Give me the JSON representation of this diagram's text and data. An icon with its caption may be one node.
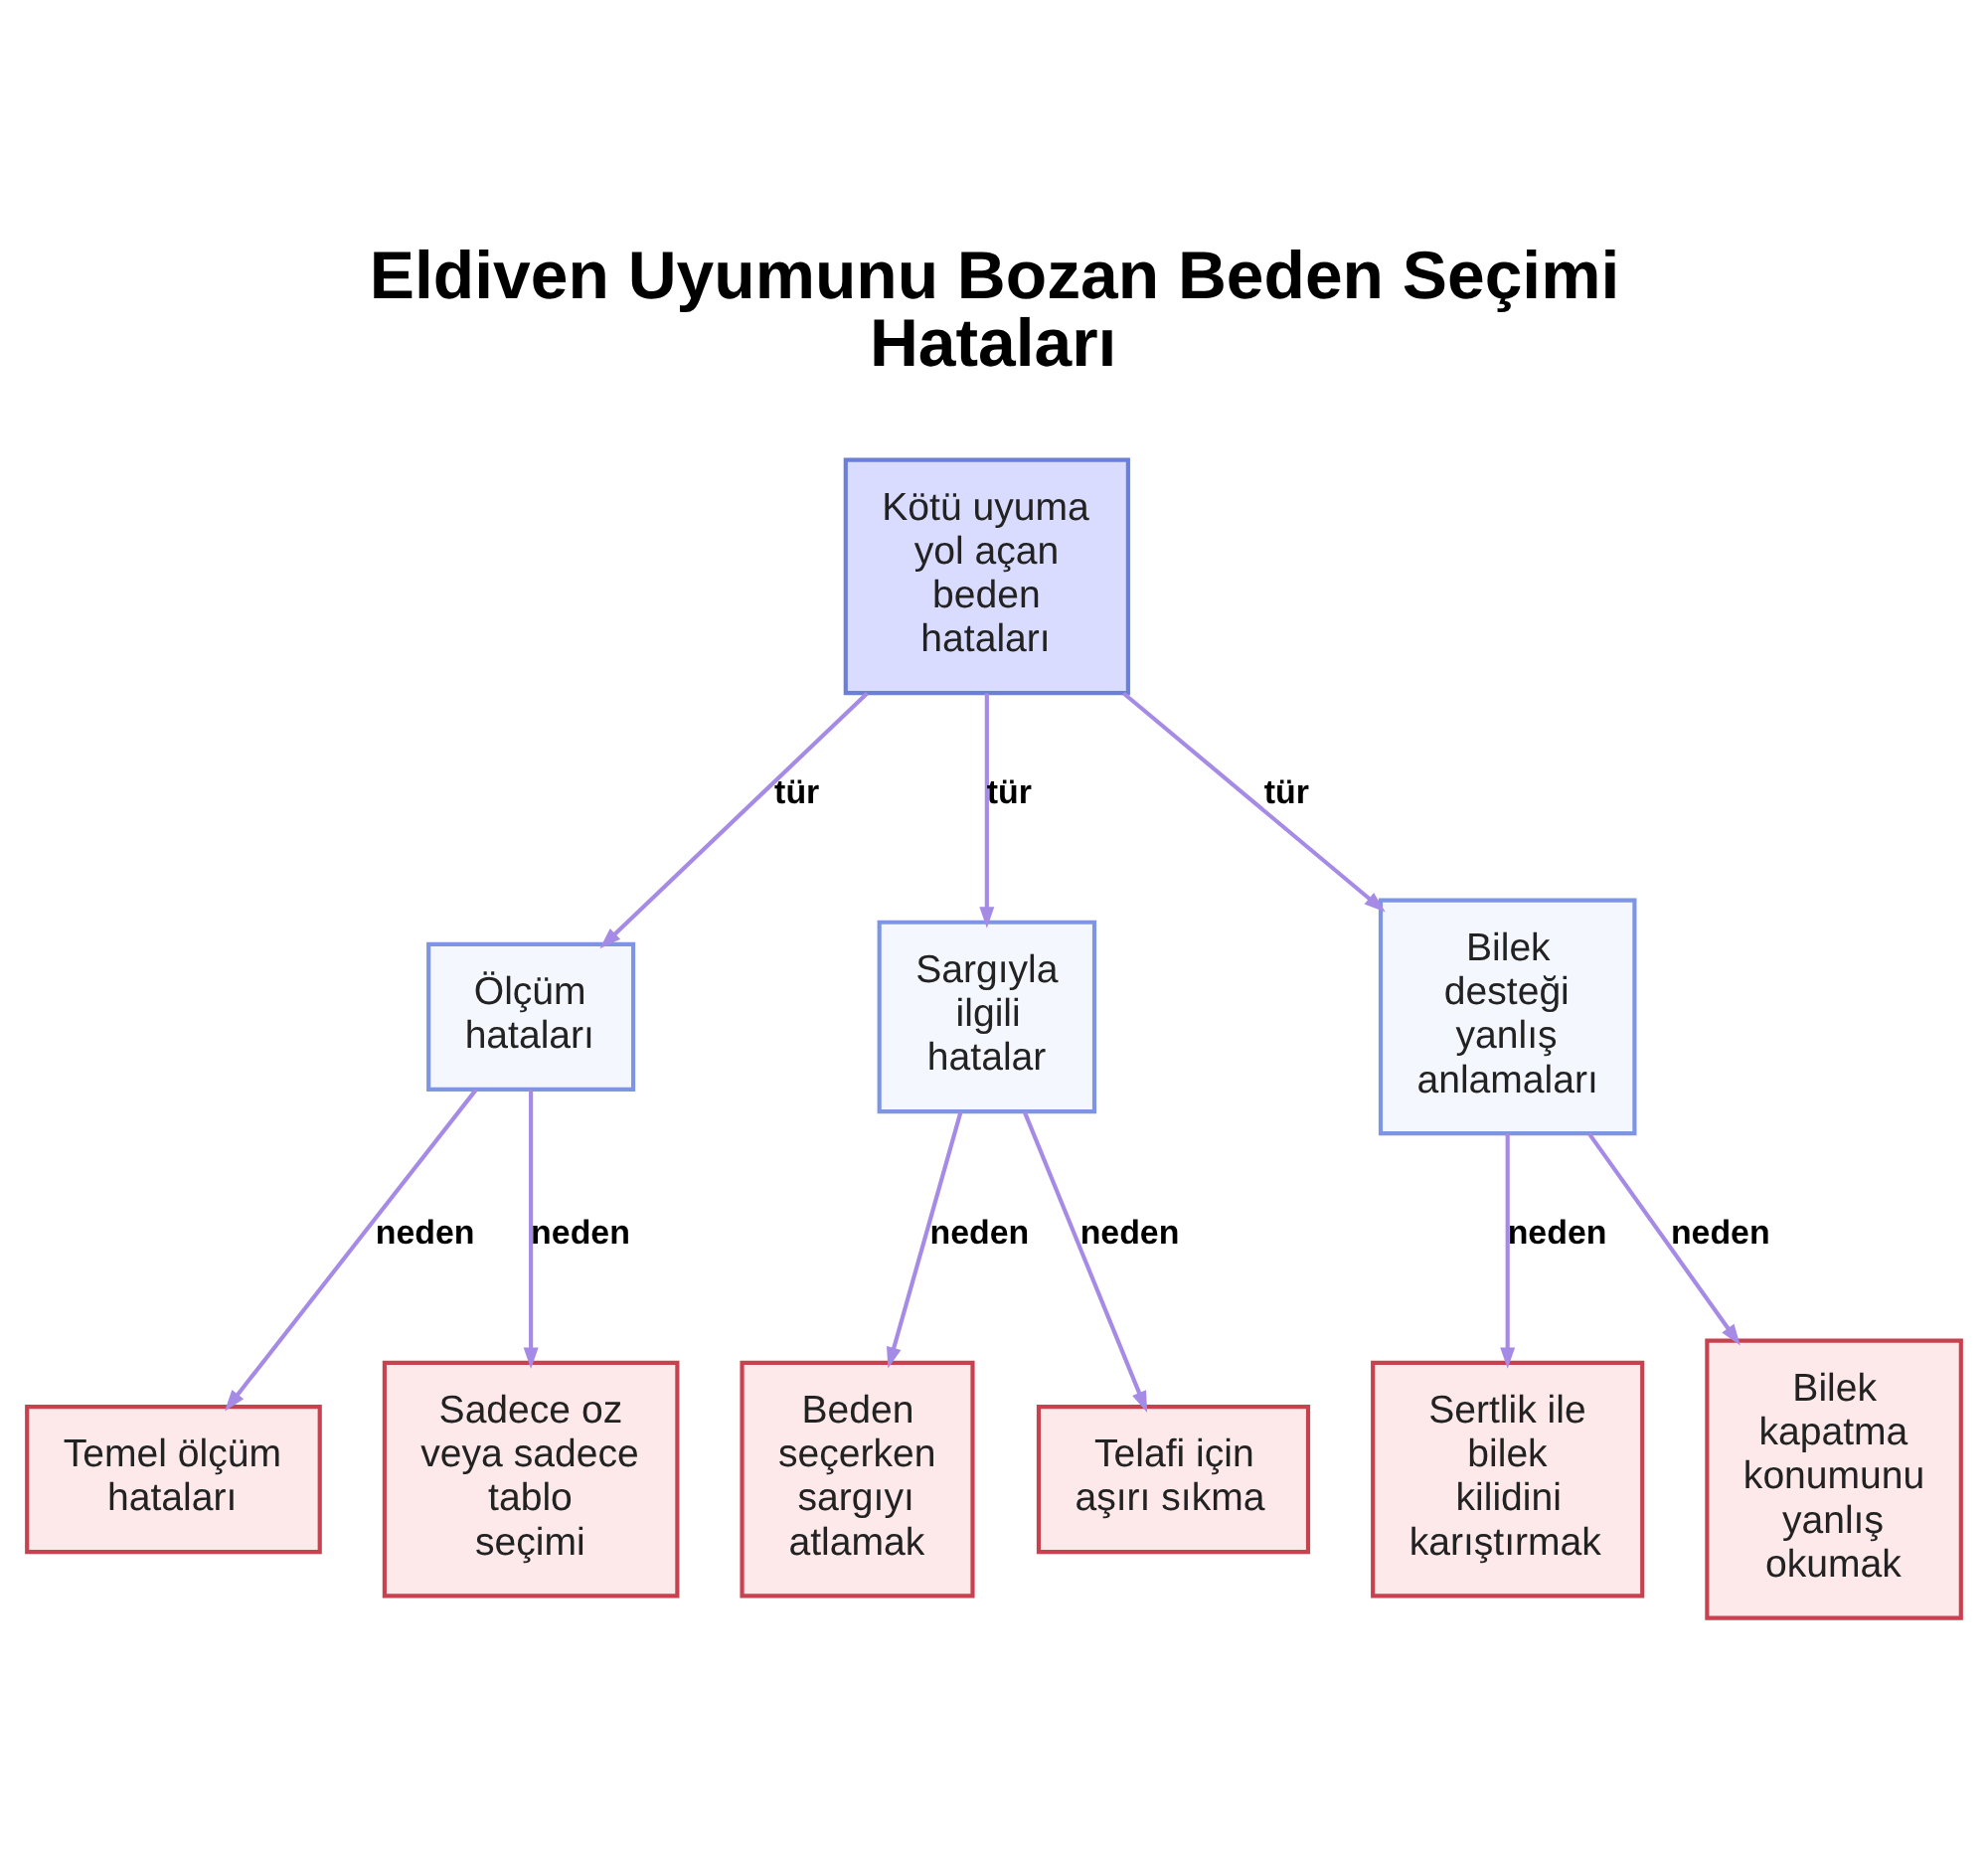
{
  "diagram": {
    "title": "Eldiven Uyumunu Bozan Beden Seçimi Hataları",
    "nodes": [
      {
        "text": [
          "Kötü uyuma yol açan beden hataları"
        ]
      },
      {
        "text": [
          "Ölçüm hataları"
        ]
      },
      {
        "text": [
          "Sargıyla ilgili hatalar"
        ]
      },
      {
        "text": [
          "Bilek desteği yanlış anlamaları"
        ]
      },
      {
        "text": [
          "Temel ölçüm hataları"
        ]
      },
      {
        "text": [
          "Sadece oz veya sadece tablo seçimi"
        ]
      },
      {
        "text": [
          "Beden seçerken sargıyı atlamak"
        ]
      },
      {
        "text": [
          "Telafi için aşırı sıkma"
        ]
      },
      {
        "text": [
          "Sertlik ile bilek kilidini karıştırmak"
        ]
      },
      {
        "text": [
          "Bilek kapatma konumunu yanlış okumak"
        ]
      }
    ],
    "edges": [
      {
        "from": 0,
        "to": 1,
        "arrow": "to",
        "label": "tür"
      },
      {
        "from": 0,
        "to": 2,
        "arrow": "to",
        "label": "tür"
      },
      {
        "from": 0,
        "to": 3,
        "arrow": "to",
        "label": "tür"
      },
      {
        "from": 1,
        "to": 4,
        "arrow": "to",
        "label": "neden"
      },
      {
        "from": 1,
        "to": 5,
        "arrow": "to",
        "label": "neden"
      },
      {
        "from": 2,
        "to": 6,
        "arrow": "to",
        "label": "neden"
      },
      {
        "from": 2,
        "to": 7,
        "arrow": "to",
        "label": "neden"
      },
      {
        "from": 3,
        "to": 8,
        "arrow": "to",
        "label": "neden"
      },
      {
        "from": 3,
        "to": 9,
        "arrow": "to",
        "label": "neden"
      }
    ]
  }
}
